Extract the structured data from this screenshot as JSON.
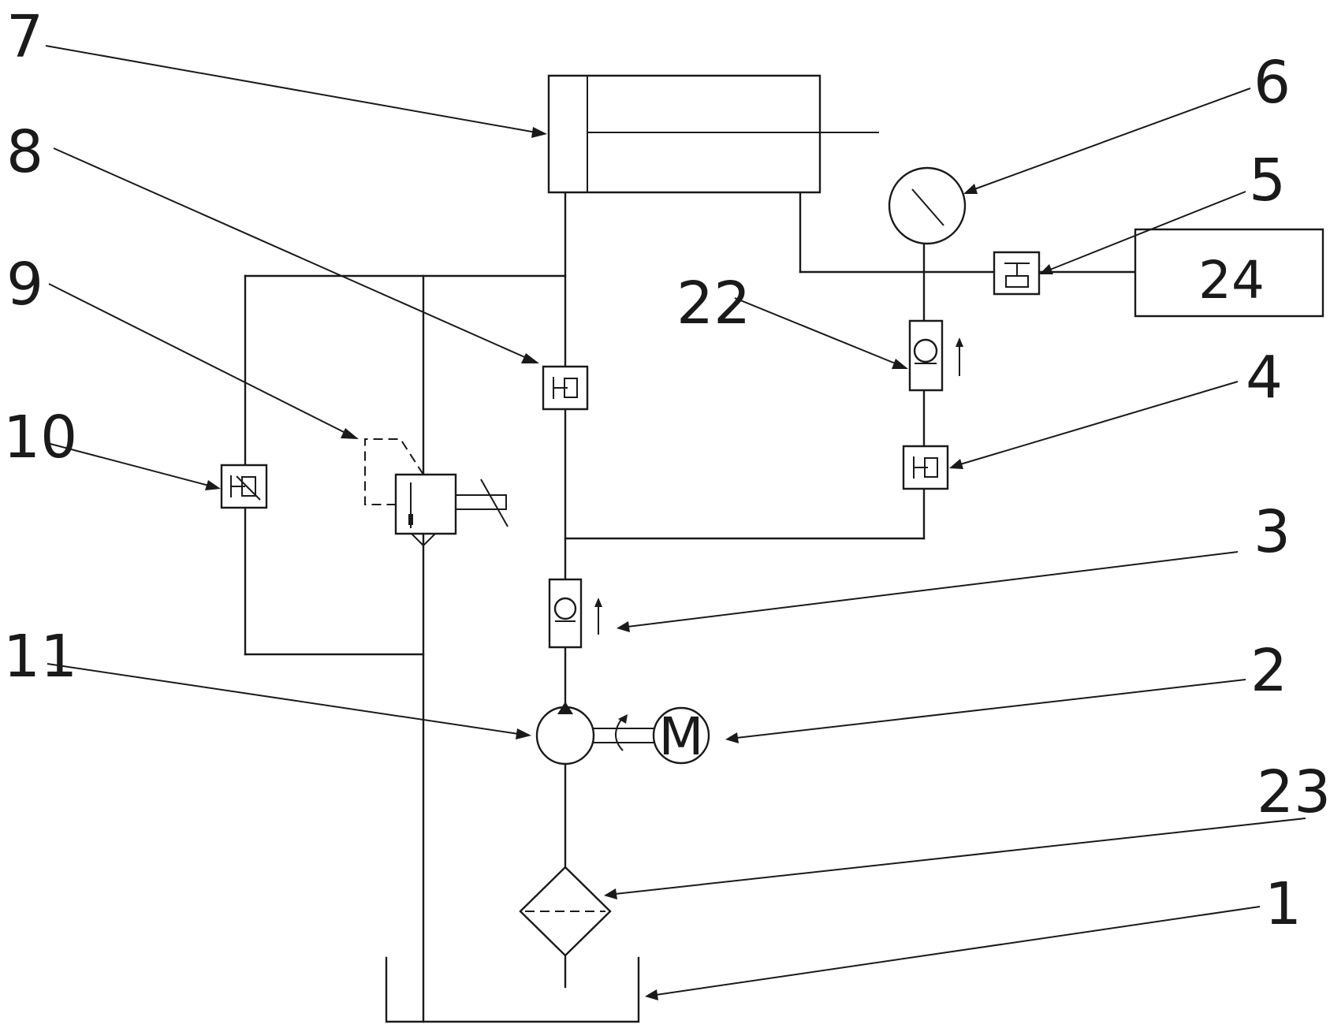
{
  "labels": {
    "l1": "1",
    "l2": "2",
    "l3": "3",
    "l4": "4",
    "l5": "5",
    "l6": "6",
    "l7": "7",
    "l8": "8",
    "l9": "9",
    "l10": "10",
    "l11": "11",
    "l22": "22",
    "l23": "23"
  },
  "components": {
    "box24": "24",
    "motor": "M"
  }
}
